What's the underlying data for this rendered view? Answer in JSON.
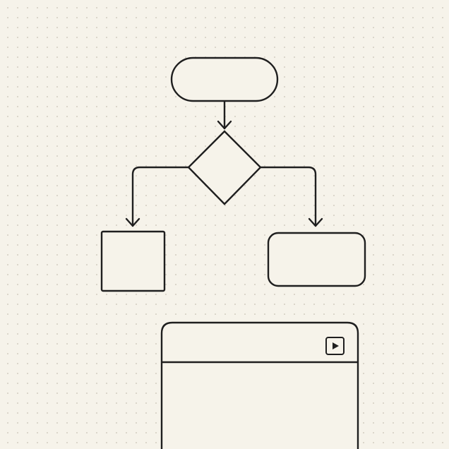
{
  "diagram": {
    "type": "flowchart",
    "theme": {
      "background": "#f6f3ea",
      "grid_dot": "#d9d4c8",
      "stroke": "#1f1f1f"
    },
    "nodes": [
      {
        "id": "start",
        "shape": "terminator",
        "label": ""
      },
      {
        "id": "decision",
        "shape": "diamond",
        "label": ""
      },
      {
        "id": "left-process",
        "shape": "rectangle",
        "label": ""
      },
      {
        "id": "right-process",
        "shape": "rounded-rectangle",
        "label": ""
      },
      {
        "id": "preview-window",
        "shape": "window",
        "label": "",
        "icon": "play-icon"
      }
    ],
    "edges": [
      {
        "from": "start",
        "to": "decision"
      },
      {
        "from": "decision",
        "to": "left-process"
      },
      {
        "from": "decision",
        "to": "right-process"
      }
    ]
  }
}
